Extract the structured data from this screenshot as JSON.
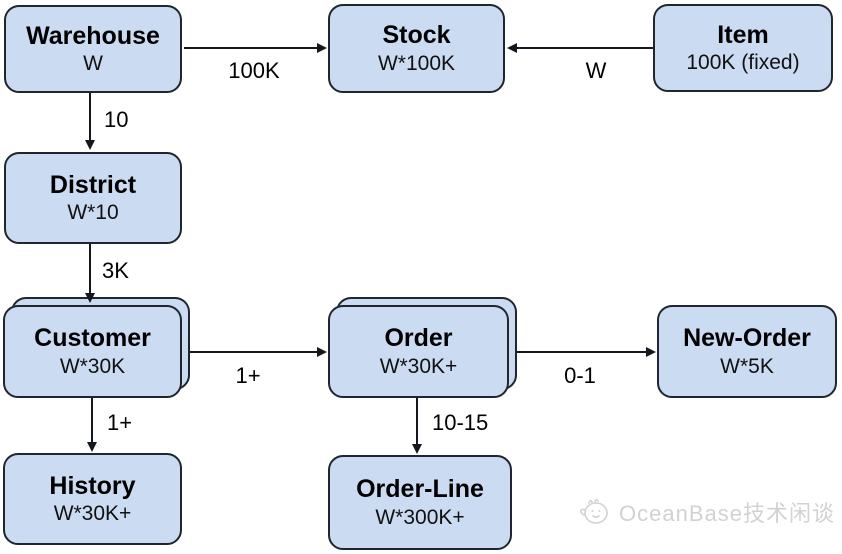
{
  "diagram": {
    "type": "entity-relationship",
    "subject": "TPC-C schema",
    "entities": [
      {
        "id": "warehouse",
        "name": "Warehouse",
        "cardinality": "W",
        "stacked": false
      },
      {
        "id": "stock",
        "name": "Stock",
        "cardinality": "W*100K",
        "stacked": false
      },
      {
        "id": "item",
        "name": "Item",
        "cardinality": "100K (fixed)",
        "stacked": false
      },
      {
        "id": "district",
        "name": "District",
        "cardinality": "W*10",
        "stacked": false
      },
      {
        "id": "customer",
        "name": "Customer",
        "cardinality": "W*30K",
        "stacked": true
      },
      {
        "id": "order",
        "name": "Order",
        "cardinality": "W*30K+",
        "stacked": true
      },
      {
        "id": "new_order",
        "name": "New-Order",
        "cardinality": "W*5K",
        "stacked": false
      },
      {
        "id": "history",
        "name": "History",
        "cardinality": "W*30K+",
        "stacked": false
      },
      {
        "id": "order_line",
        "name": "Order-Line",
        "cardinality": "W*300K+",
        "stacked": false
      }
    ],
    "edges": [
      {
        "from": "Warehouse",
        "to": "Stock",
        "label": "100K"
      },
      {
        "from": "Item",
        "to": "Stock",
        "label": "W"
      },
      {
        "from": "Warehouse",
        "to": "District",
        "label": "10"
      },
      {
        "from": "District",
        "to": "Customer",
        "label": "3K"
      },
      {
        "from": "Customer",
        "to": "Order",
        "label": "1+"
      },
      {
        "from": "Order",
        "to": "New-Order",
        "label": "0-1"
      },
      {
        "from": "Customer",
        "to": "History",
        "label": "1+"
      },
      {
        "from": "Order",
        "to": "Order-Line",
        "label": "10-15"
      }
    ],
    "colors": {
      "box_fill": "#cbdbf1",
      "box_border": "#20262f",
      "line": "#14181e",
      "text": "#000000",
      "watermark": "#d2d2d2",
      "background": "#ffffff"
    },
    "watermark": {
      "icon": "mascot-face-icon",
      "text": "OceanBase技术闲谈"
    }
  }
}
